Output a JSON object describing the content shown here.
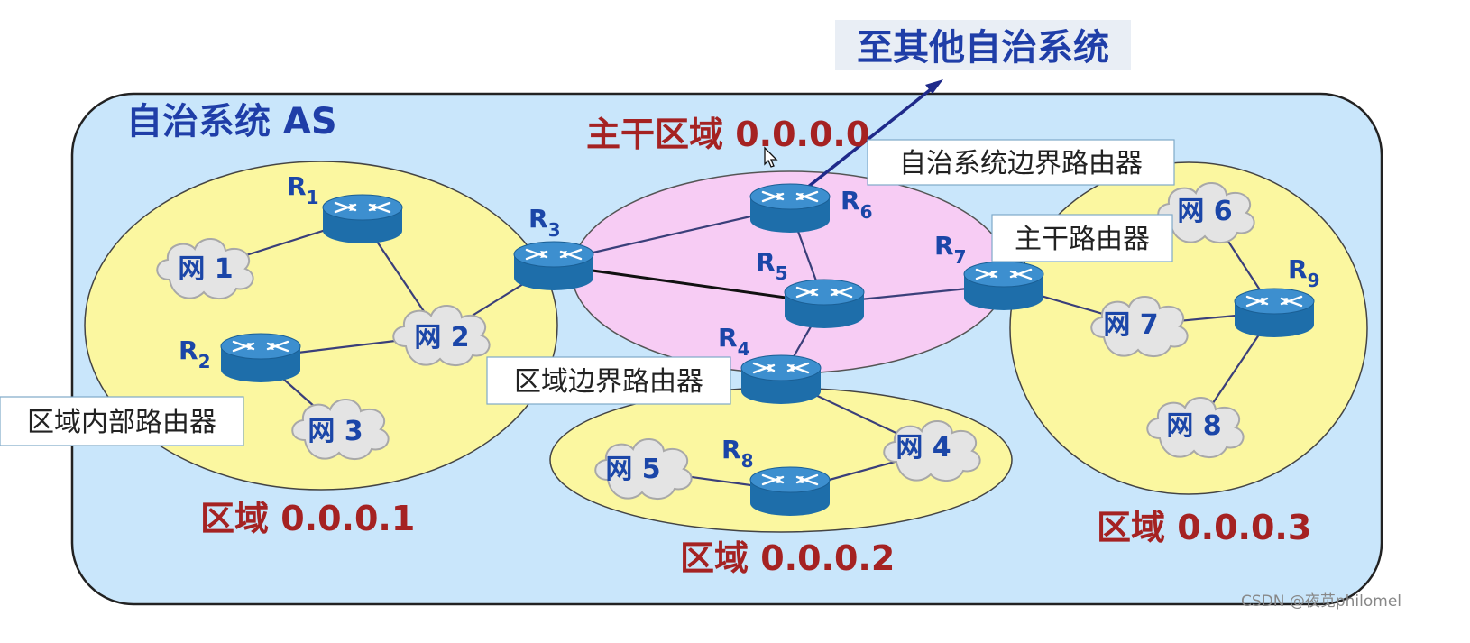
{
  "external": {
    "label": "至其他自治系统"
  },
  "as": {
    "label": "自治系统 AS"
  },
  "areas": {
    "backbone": "主干区域 0.0.0.0",
    "area1": "区域 0.0.0.1",
    "area2": "区域 0.0.0.2",
    "area3": "区域 0.0.0.3"
  },
  "routers": {
    "r1": {
      "main": "R",
      "sub": "1"
    },
    "r2": {
      "main": "R",
      "sub": "2"
    },
    "r3": {
      "main": "R",
      "sub": "3"
    },
    "r4": {
      "main": "R",
      "sub": "4"
    },
    "r5": {
      "main": "R",
      "sub": "5"
    },
    "r6": {
      "main": "R",
      "sub": "6"
    },
    "r7": {
      "main": "R",
      "sub": "7"
    },
    "r8": {
      "main": "R",
      "sub": "8"
    },
    "r9": {
      "main": "R",
      "sub": "9"
    }
  },
  "networks": {
    "n1": "网 1",
    "n2": "网 2",
    "n3": "网 3",
    "n4": "网 4",
    "n5": "网 5",
    "n6": "网 6",
    "n7": "网 7",
    "n8": "网 8"
  },
  "callouts": {
    "as_border": "自治系统边界路由器",
    "backbone_router": "主干路由器",
    "area_border": "区域边界路由器",
    "internal": "区域内部路由器"
  },
  "watermark": "CSDN @夜苋philomel",
  "colors": {
    "as_fill": "#c9e6fb",
    "area_fill": "#fbf7a0",
    "backbone_fill": "#f7ccf4",
    "router_top": "#3d8fcf",
    "router_side": "#1e6eaa",
    "cloud_fill": "#e4e4e4",
    "link": "#3a3f7a"
  }
}
